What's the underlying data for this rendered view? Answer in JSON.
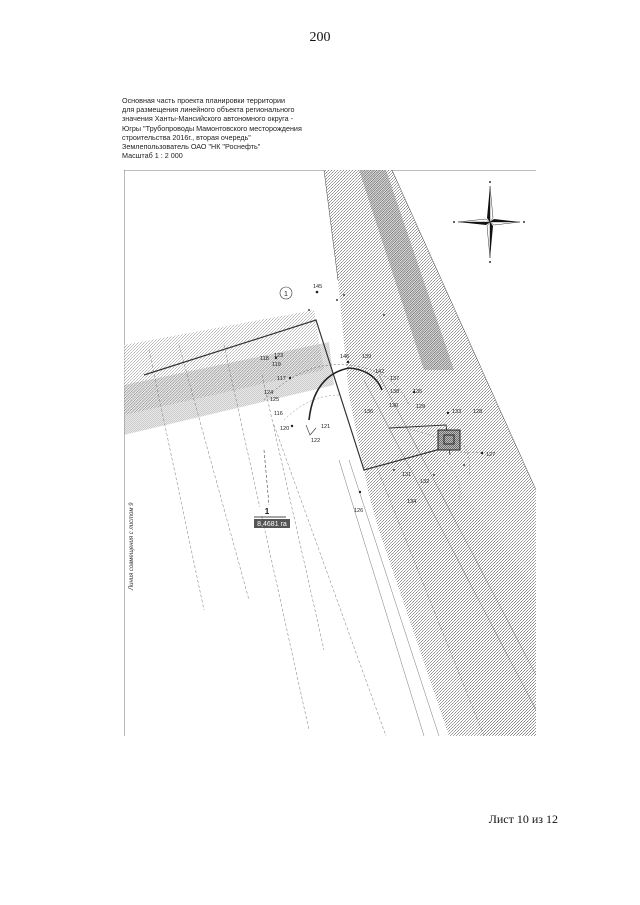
{
  "page": {
    "number": "200",
    "sheet_label": "Лист 10 из 12"
  },
  "header": {
    "lines": [
      "Основная часть проекта планировки территории",
      "для размещения линейного объекта регионального",
      "значения Ханты-Мансийского автономного округа -",
      "Югры \"Трубопроводы Мамонтовского месторождения",
      "строительства 2016г., вторая очередь\"",
      "Землепользователь ОАО \"НК \"Роснефть\"",
      "Масштаб 1 : 2 000"
    ]
  },
  "map": {
    "side_label": "Линия совмещения с листом 9",
    "parcel": {
      "number": "1",
      "area": "8,4681 га"
    },
    "circle_label": "1",
    "compass_icon": "compass-rose-icon",
    "points": [
      {
        "label": "145"
      },
      {
        "label": "118"
      },
      {
        "label": "123"
      },
      {
        "label": "119"
      },
      {
        "label": "117"
      },
      {
        "label": "124"
      },
      {
        "label": "125"
      },
      {
        "label": "116"
      },
      {
        "label": "120"
      },
      {
        "label": "121"
      },
      {
        "label": "122"
      },
      {
        "label": "146"
      },
      {
        "label": "139"
      },
      {
        "label": "142"
      },
      {
        "label": "137"
      },
      {
        "label": "138"
      },
      {
        "label": "135"
      },
      {
        "label": "136"
      },
      {
        "label": "129"
      },
      {
        "label": "130"
      },
      {
        "label": "133"
      },
      {
        "label": "128"
      },
      {
        "label": "127"
      },
      {
        "label": "131"
      },
      {
        "label": "132"
      },
      {
        "label": "134"
      },
      {
        "label": "126"
      }
    ]
  }
}
